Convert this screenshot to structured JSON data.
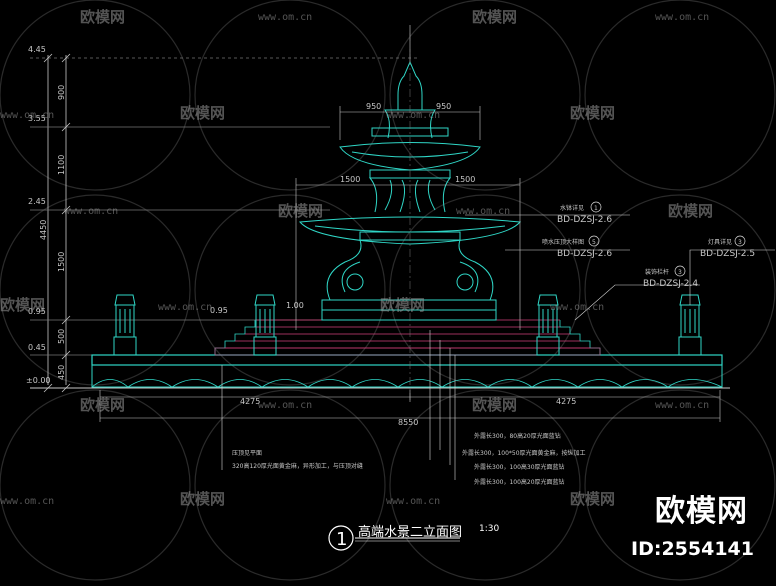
{
  "drawing": {
    "title": "高端水景二立面图",
    "scale": "1:30",
    "index": "1"
  },
  "brand": {
    "name": "欧模网",
    "id": "ID:2554141"
  },
  "watermark": {
    "text": "欧模网",
    "url": "www.om.cn"
  },
  "elevations": [
    "4.45",
    "3.55",
    "2.45",
    "0.95",
    "0.45",
    "±0.00",
    "1.00",
    "0.95"
  ],
  "vertical_dims": [
    "900",
    "1100",
    "1500",
    "500",
    "450",
    "4450"
  ],
  "horizontal_dims": [
    "950",
    "950",
    "1500",
    "1500",
    "4275",
    "4275",
    "8550"
  ],
  "callouts": [
    {
      "label": "水钵详见",
      "num": "1",
      "ref": "BD-DZSJ-2.6"
    },
    {
      "label": "喷水压顶大样图",
      "num": "5",
      "ref": "BD-DZSJ-2.6"
    },
    {
      "label": "灯具详见",
      "num": "3",
      "ref": "BD-DZSJ-2.5"
    },
    {
      "label": "装饰栏杆",
      "num": "3",
      "ref": "BD-DZSJ-2.4"
    }
  ],
  "notes": [
    "压顶见平面",
    "320高120厚光面黄金麻，异形加工，与压顶对缝",
    "外露长300，80高20厚光面蓝钻",
    "外露长300，100*50厚光面黄金麻，按纵加工",
    "外露长300，100高30厚光面蓝钻",
    "外露长300，100高20厚光面蓝钻"
  ],
  "colors": {
    "background": "#000000",
    "structure": "#2fd6c6",
    "dimension": "#c7c7c7",
    "hatch": "#d0407a",
    "leader": "#d7d7d7",
    "yellow": "#e8d34a"
  }
}
